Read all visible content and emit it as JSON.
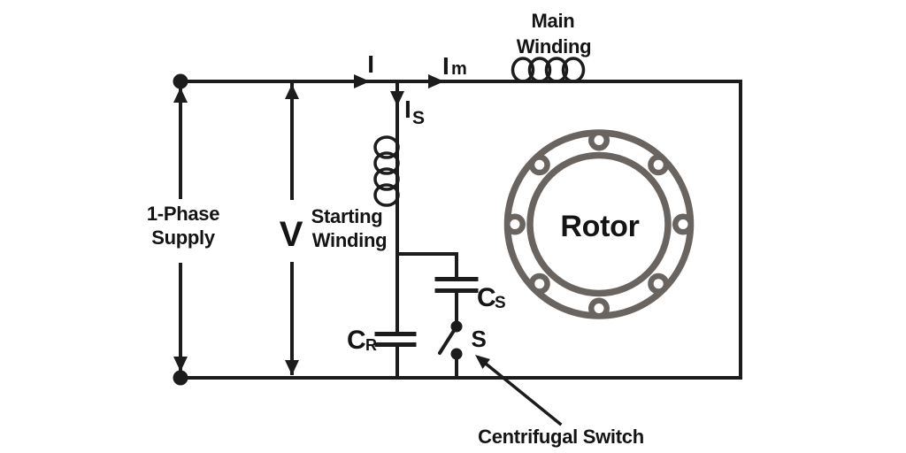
{
  "colors": {
    "wire": "#1c1c1c",
    "rotor": "#696460",
    "background": "#ffffff"
  },
  "supply": {
    "line1": "1-Phase",
    "line2": "Supply",
    "voltage": "V"
  },
  "currents": {
    "line": "I",
    "main_base": "I",
    "main_sub": "m",
    "start_base": "I",
    "start_sub": "S"
  },
  "windings": {
    "main_line1": "Main",
    "main_line2": "Winding",
    "start_line1": "Starting",
    "start_line2": "Winding"
  },
  "capacitors": {
    "run_base": "C",
    "run_sub": "R",
    "start_base": "C",
    "start_sub": "S"
  },
  "switch": {
    "label": "S",
    "annotation": "Centrifugal Switch"
  },
  "rotor": {
    "label": "Rotor"
  }
}
